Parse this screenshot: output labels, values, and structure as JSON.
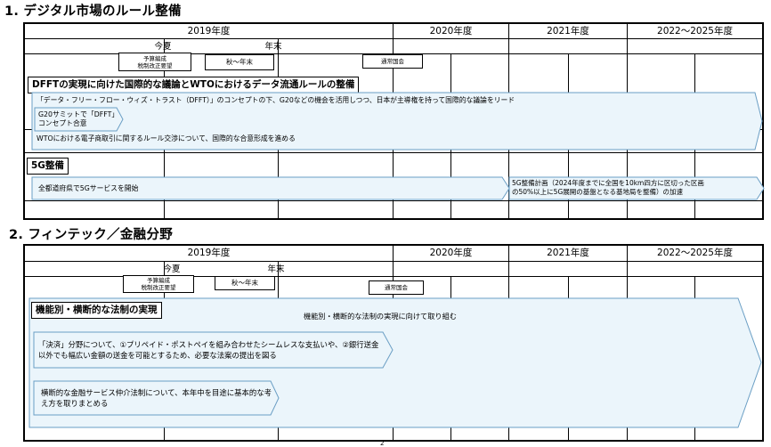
{
  "section1": {
    "title": "1. デジタル市場のルール整備",
    "header": {
      "y2019": "2019年度",
      "y2020": "2020年度",
      "y2021": "2021年度",
      "y2022": "2022～2025年度"
    },
    "sub_header": {
      "summer": "今夏",
      "year_end": "年末"
    },
    "milestones": {
      "budget_line1": "予算編成",
      "budget_line2": "税制改正要望",
      "autumn": "秋～年末",
      "diet": "通常国会"
    },
    "dfft_label": "DFFTの実現に向けた国際的な議論とWTOにおけるデータ流通ルールの整備",
    "dfft_arrow_text": "「データ・フリー・フロー・ウィズ・トラスト（DFFT）」のコンセプトの下、G20などの機会を活用しつつ、日本が主導権を持って国際的な議論をリード",
    "g20_line1": "G20サミットで「DFFT」",
    "g20_line2": "コンセプト合意",
    "wto_text": "WTOにおける電子商取引に関するルール交渉について、国際的な合意形成を進める",
    "g5_label": "5G整備",
    "g5_arrow_text": "全都道府県で5Gサービスを開始",
    "g5_plan_line1": "5G整備計画（2024年度までに全国を10km四方に区切った区画",
    "g5_plan_line2": "の50%以上に5G展開の基盤となる基地局を整備）の加速"
  },
  "section2": {
    "title": "2. フィンテック／金融分野",
    "header": {
      "y2019": "2019年度",
      "y2020": "2020年度",
      "y2021": "2021年度",
      "y2022": "2022～2025年度"
    },
    "sub_header": {
      "summer": "今夏",
      "year_end": "年末"
    },
    "milestones": {
      "budget_line1": "予算編成",
      "budget_line2": "税制改正要望",
      "autumn": "秋～年末",
      "diet": "通常国会"
    },
    "func_label": "機能別・横断的な法制の実現",
    "func_arrow_text": "機能別・横断的な法制の実現に向けて取り組む",
    "settlement_text": "「決済」分野について、①プリペイド・ポストペイを組み合わせたシームレスな支払いや、②銀行送金以外でも幅広い金額の送金を可能とするため、必要な法案の提出を図る",
    "intermediary_text": "横断的な金融サービス仲介法制について、本年中を目途に基本的な考え方を取りまとめる"
  },
  "page_number": "2"
}
